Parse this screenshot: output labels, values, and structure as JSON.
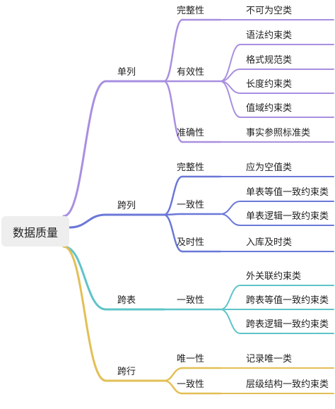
{
  "root": "数据质量",
  "colors": {
    "single_column": "#a98fe0",
    "cross_column": "#6a78d8",
    "cross_table": "#5fc4c8",
    "cross_row": "#e3bf55",
    "root_bg": "#eeeeee",
    "text": "#222222"
  },
  "branches": [
    {
      "label": "单列",
      "children": [
        {
          "label": "完整性",
          "leaves": [
            "不可为空类"
          ]
        },
        {
          "label": "有效性",
          "leaves": [
            "语法约束类",
            "格式规范类",
            "长度约束类",
            "值域约束类"
          ]
        },
        {
          "label": "准确性",
          "leaves": [
            "事实参照标准类"
          ]
        }
      ]
    },
    {
      "label": "跨列",
      "children": [
        {
          "label": "完整性",
          "leaves": [
            "应为空值类"
          ]
        },
        {
          "label": "一致性",
          "leaves": [
            "单表等值一致约束类",
            "单表逻辑一致约束类"
          ]
        },
        {
          "label": "及时性",
          "leaves": [
            "入库及时类"
          ]
        }
      ]
    },
    {
      "label": "跨表",
      "children": [
        {
          "label": "一致性",
          "leaves": [
            "外关联约束类",
            "跨表等值一致约束类",
            "跨表逻辑一致约束类"
          ]
        }
      ]
    },
    {
      "label": "跨行",
      "children": [
        {
          "label": "唯一性",
          "leaves": [
            "记录唯一类"
          ]
        },
        {
          "label": "一致性",
          "leaves": [
            "层级结构一致约束类"
          ]
        }
      ]
    }
  ]
}
